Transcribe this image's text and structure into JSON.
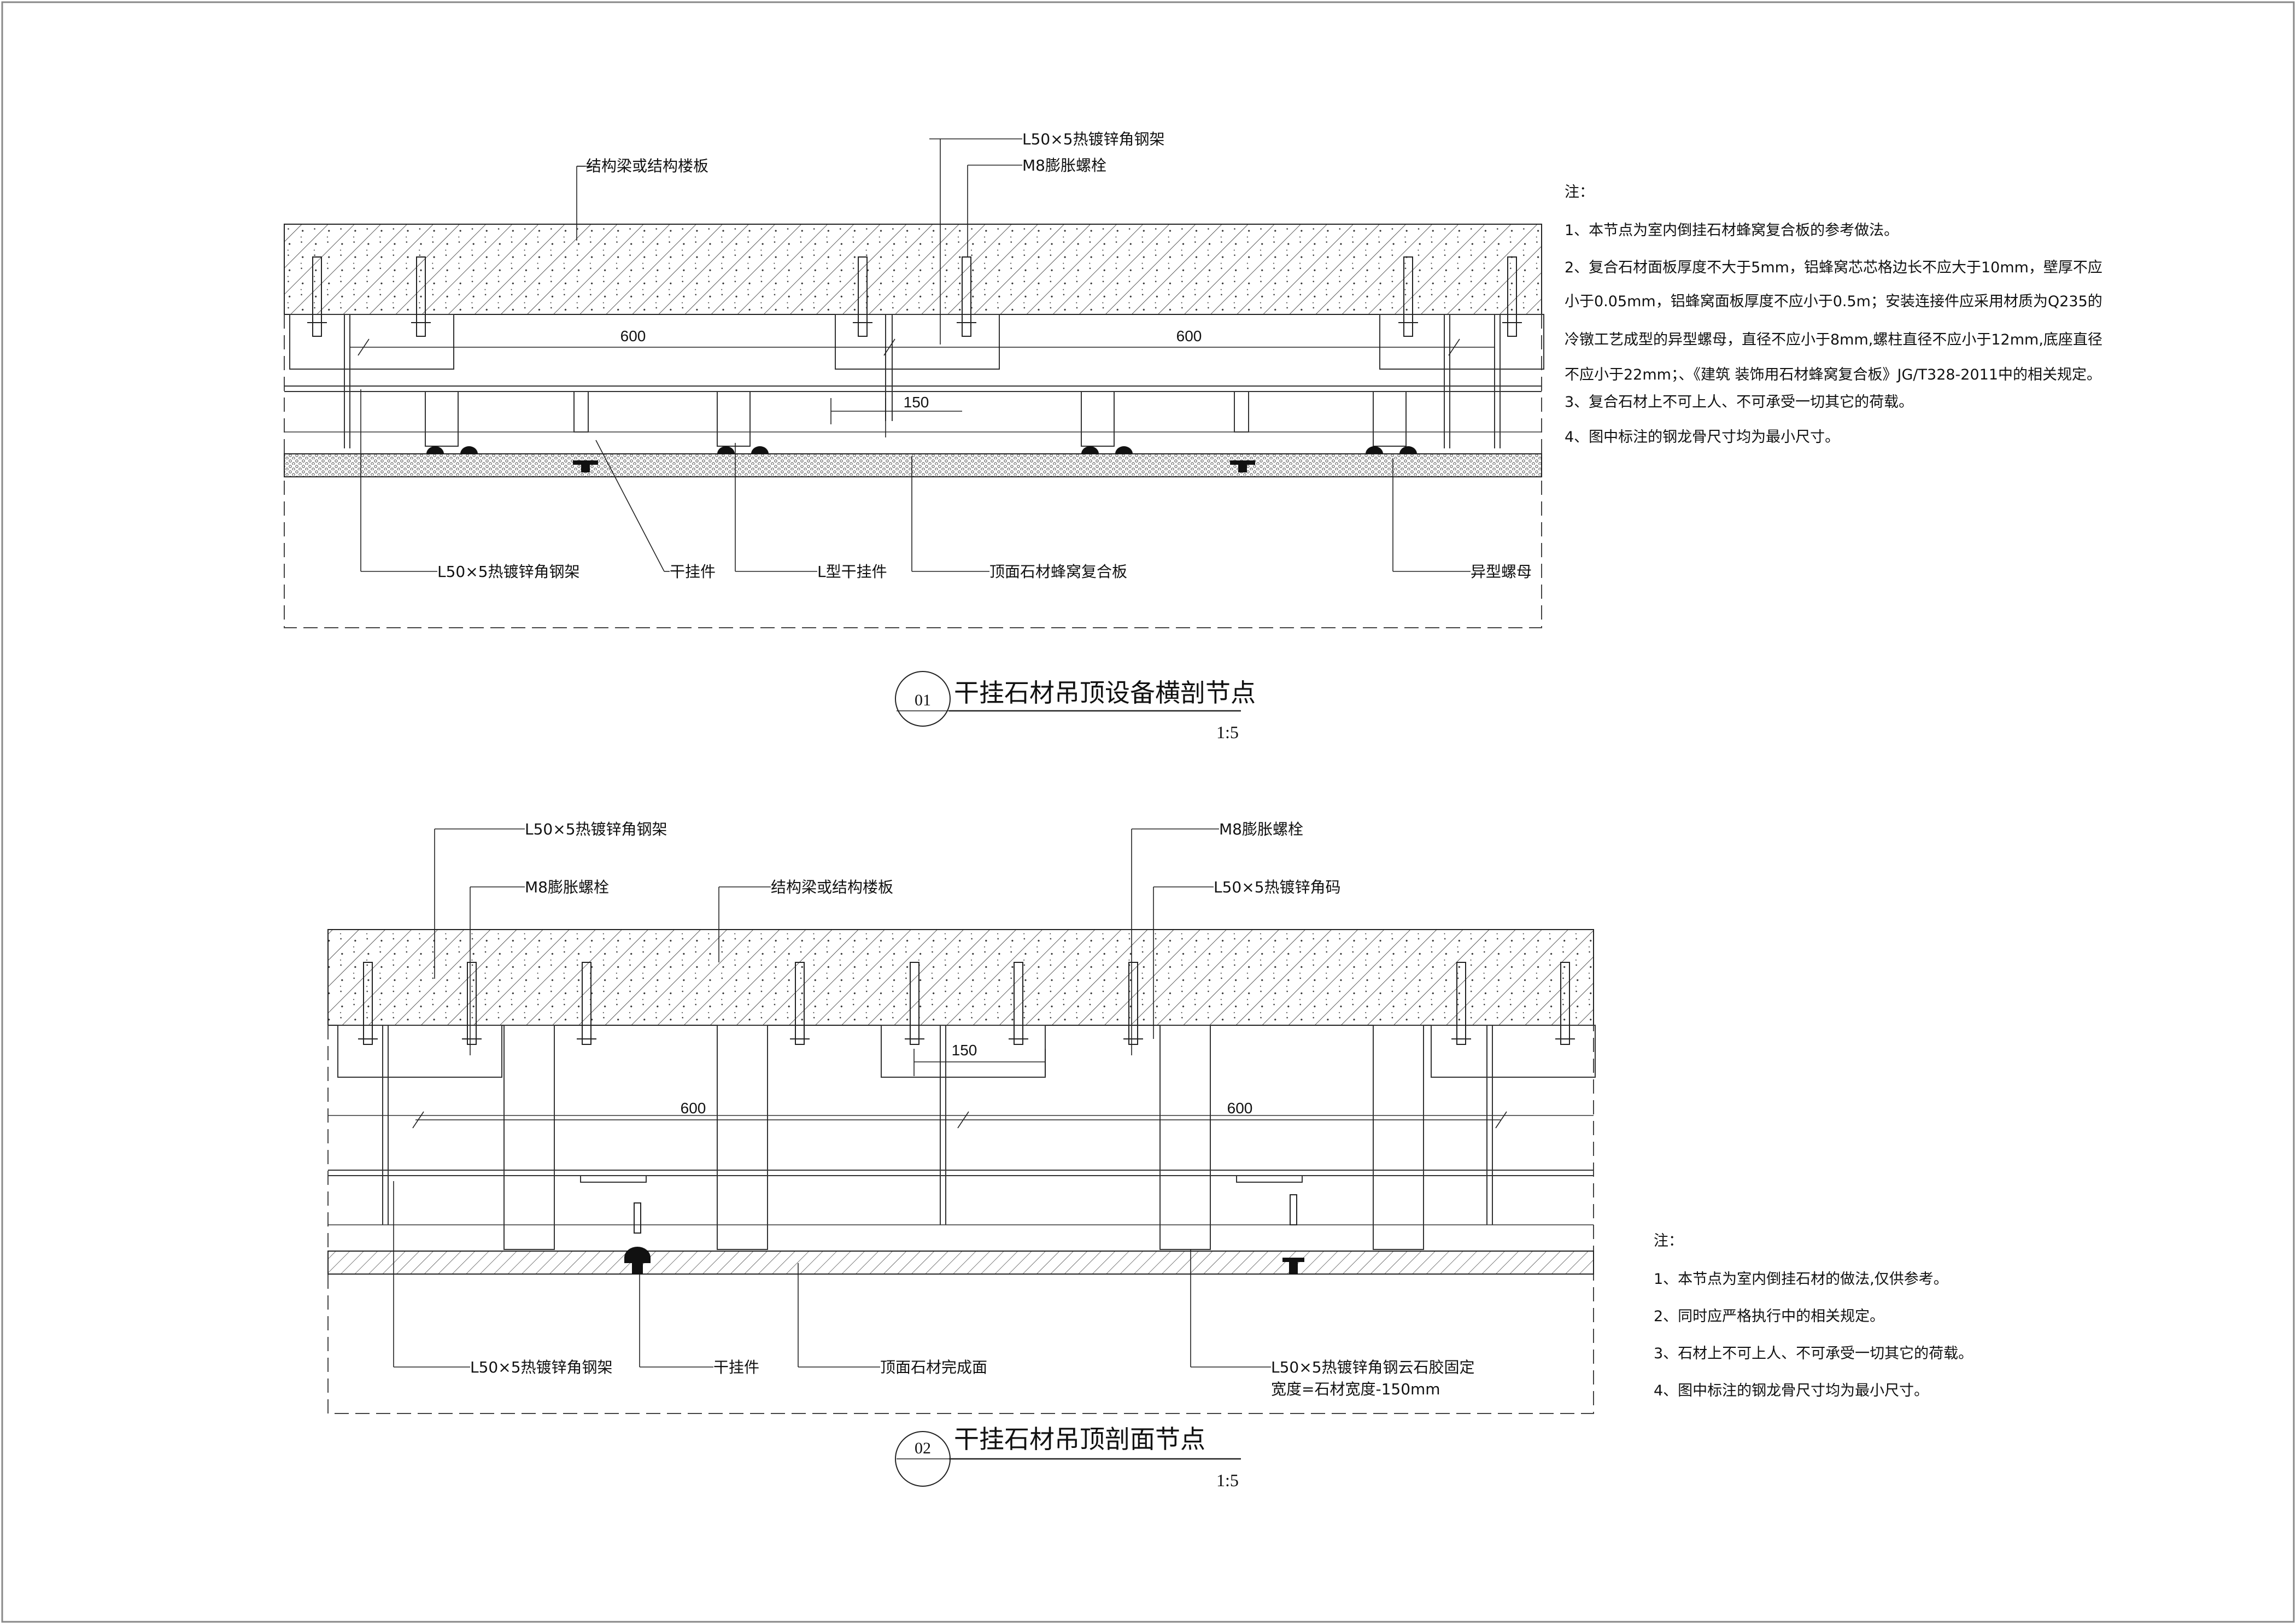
{
  "detail_01": {
    "number": "01",
    "title": "干挂石材吊顶设备横剖节点",
    "scale": "1:5",
    "labels": {
      "angle_frame_top": "L50×5热镀锌角钢架",
      "expansion_bolt": "M8膨胀螺栓",
      "structure": "结构梁或结构楼板",
      "angle_frame_bottom": "L50×5热镀锌角钢架",
      "dry_hanger": "干挂件",
      "l_hanger": "L型干挂件",
      "honeycomb_panel": "顶面石材蜂窝复合板",
      "special_nut": "异型螺母"
    },
    "dims": {
      "span_left": "600",
      "span_right": "600",
      "gap": "150"
    }
  },
  "detail_02": {
    "number": "02",
    "title": "干挂石材吊顶剖面节点",
    "scale": "1:5",
    "labels": {
      "angle_frame_top": "L50×5热镀锌角钢架",
      "expansion_bolt_left": "M8膨胀螺栓",
      "structure": "结构梁或结构楼板",
      "expansion_bolt_right": "M8膨胀螺栓",
      "angle_code": "L50×5热镀锌角码",
      "angle_frame_bottom": "L50×5热镀锌角钢架",
      "dry_hanger": "干挂件",
      "finish_face": "顶面石材完成面",
      "glue_fix_line1": "L50×5热镀锌角钢云石胶固定",
      "glue_fix_line2": "宽度=石材宽度-150mm"
    },
    "dims": {
      "span_left": "600",
      "span_right": "600",
      "gap": "150"
    }
  },
  "notes_1": {
    "heading": "注：",
    "lines": [
      "1、本节点为室内倒挂石材蜂窝复合板的参考做法。",
      "2、复合石材面板厚度不大于5mm，铝蜂窝芯芯格边长不应大于10mm，壁厚不应",
      "小于0.05mm，铝蜂窝面板厚度不应小于0.5m；安装连接件应采用材质为Q235的",
      "冷镦工艺成型的异型螺母，直径不应小于8mm,螺柱直径不应小于12mm,底座直径",
      "不应小于22mm；、《建筑    装饰用石材蜂窝复合板》JG/T328-2011中的相关规定。",
      "3、复合石材上不可上人、不可承受一切其它的荷载。",
      "4、图中标注的钢龙骨尺寸均为最小尺寸。"
    ]
  },
  "notes_2": {
    "heading": "注：",
    "lines": [
      "1、本节点为室内倒挂石材的做法,仅供参考。",
      "2、同时应严格执行中的相关规定。",
      "3、石材上不可上人、不可承受一切其它的荷载。",
      "4、图中标注的钢龙骨尺寸均为最小尺寸。"
    ]
  }
}
